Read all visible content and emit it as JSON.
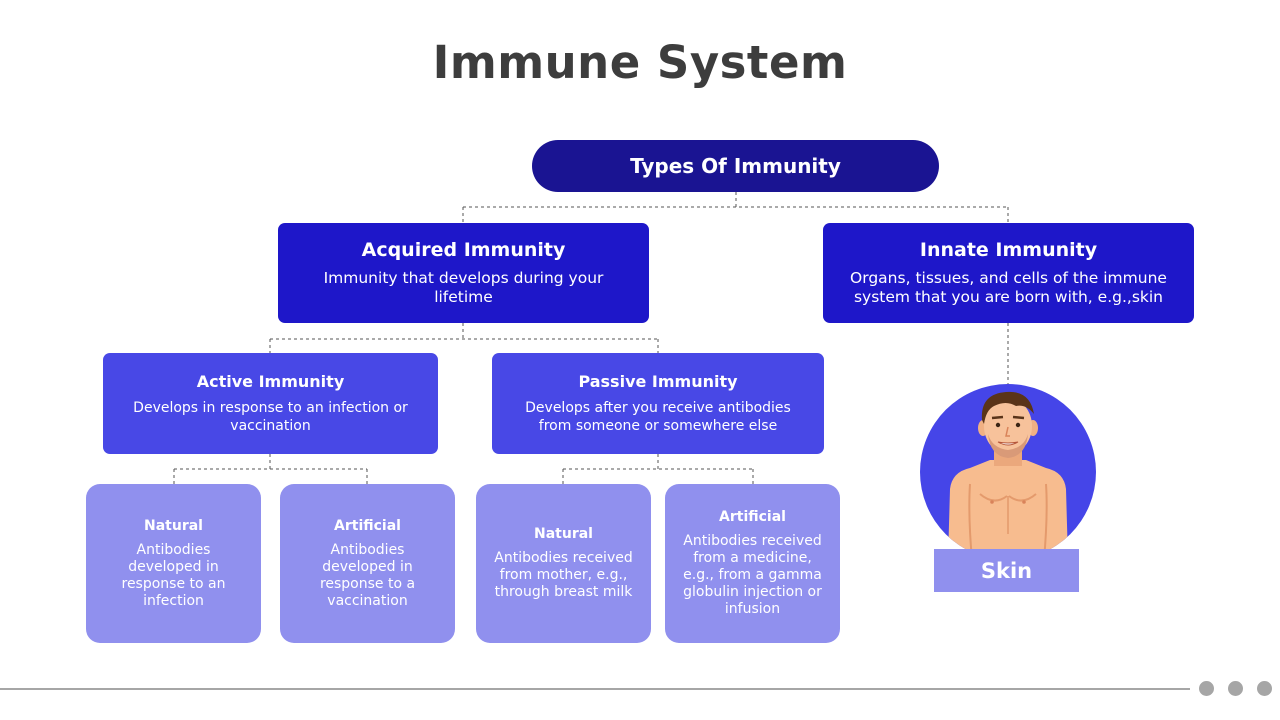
{
  "title": "Immune System",
  "colors": {
    "root": "#1a1492",
    "level1": "#1e17c9",
    "level2": "#4848e6",
    "leaf": "#9090ee",
    "title": "#3d3d3d",
    "connector": "#555555"
  },
  "diagram": {
    "root": {
      "title": "Types Of Immunity"
    },
    "acquired": {
      "title": "Acquired Immunity",
      "desc": "Immunity that develops during your lifetime",
      "active": {
        "title": "Active Immunity",
        "desc": "Develops in response to an infection or vaccination",
        "natural": {
          "title": "Natural",
          "desc": "Antibodies developed in response to an infection"
        },
        "artificial": {
          "title": "Artificial",
          "desc": "Antibodies developed in response to a vaccination"
        }
      },
      "passive": {
        "title": "Passive Immunity",
        "desc": "Develops after you receive antibodies from someone or somewhere else",
        "natural": {
          "title": "Natural",
          "desc": "Antibodies received from mother, e.g., through breast milk"
        },
        "artificial": {
          "title": "Artificial",
          "desc": "Antibodies received from a medicine, e.g., from a gamma globulin injection or infusion"
        }
      }
    },
    "innate": {
      "title": "Innate Immunity",
      "desc": "Organs, tissues, and cells of the immune system that you are born with, e.g.,skin",
      "image_icon": "man-torso-icon",
      "label": "Skin"
    }
  },
  "footer": {
    "page_dots": 3
  }
}
